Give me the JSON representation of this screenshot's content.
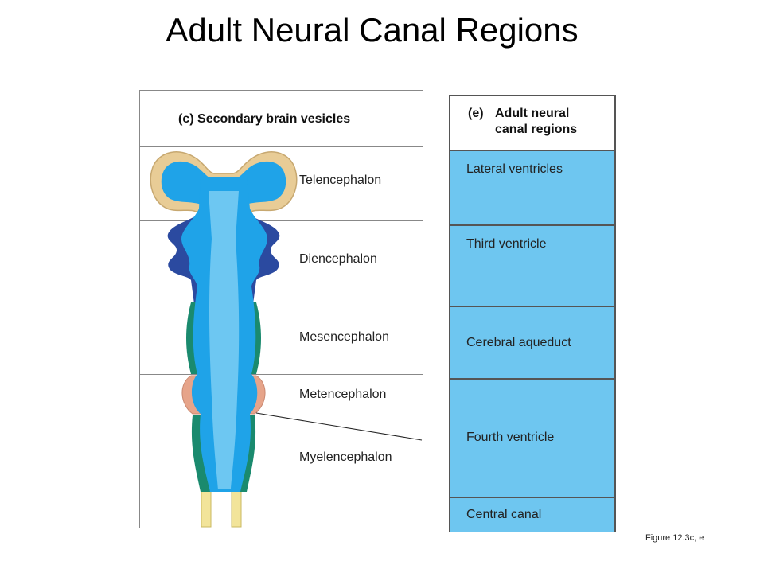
{
  "title": "Adult Neural Canal Regions",
  "panel_c": {
    "header": {
      "letter": "(c)",
      "text": "Secondary brain vesicles"
    },
    "regions": [
      "Telencephalon",
      "Diencephalon",
      "Mesencephalon",
      "Metencephalon",
      "Myelencephalon"
    ]
  },
  "panel_e": {
    "header": {
      "letter": "(e)",
      "line1": "Adult neural",
      "line2": "canal regions"
    },
    "regions": [
      "Lateral ventricles",
      "Third ventricle",
      "Cerebral aqueduct",
      "Fourth ventricle",
      "Central canal"
    ]
  },
  "caption": "Figure 12.3c, e",
  "colors": {
    "canal": "#1fa3e8",
    "canal_light": "#8ed6f7",
    "telencephalon": "#e8cc96",
    "diencephalon": "#2b4aa0",
    "mesencephalon": "#1a8a6e",
    "metencephalon": "#e6a48a",
    "myelencephalon": "#1a8a6e",
    "spinal": "#f2e49a",
    "cell_fill": "#6ec6f0"
  }
}
